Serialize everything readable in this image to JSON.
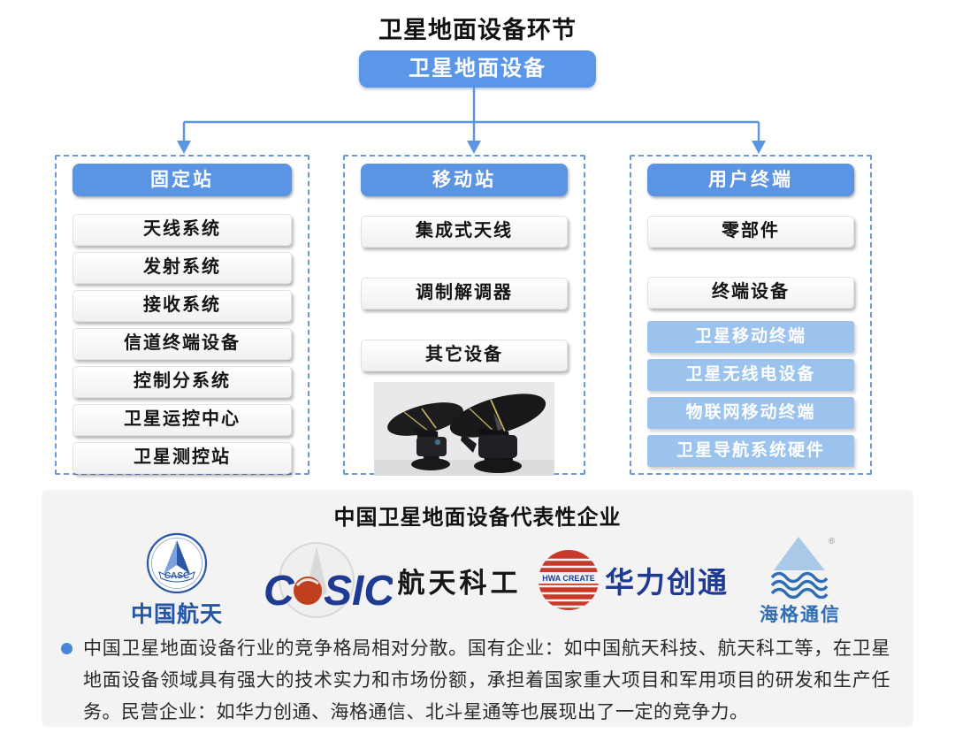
{
  "title": "卫星地面设备环节",
  "root": {
    "label": "卫星地面设备"
  },
  "columns": [
    {
      "header": "固定站",
      "items": [
        "天线系统",
        "发射系统",
        "接收系统",
        "信道终端设备",
        "控制分系统",
        "卫星运控中心",
        "卫星测控站"
      ]
    },
    {
      "header": "移动站",
      "items": [
        "集成式天线",
        "调制解调器",
        "其它设备"
      ],
      "photo": "satellite-dishes-photo"
    },
    {
      "header": "用户终端",
      "items": [
        "零部件",
        "终端设备"
      ],
      "highlight_items": [
        "卫星移动终端",
        "卫星无线电设备",
        "物联网移动终端",
        "卫星导航系统硬件"
      ]
    }
  ],
  "companies": {
    "title": "中国卫星地面设备代表性企业",
    "logos": [
      {
        "name": "casc",
        "badge": "CASC",
        "label": "中国航天"
      },
      {
        "name": "casic",
        "wordmark_left": "C",
        "wordmark_right": "SIC",
        "label": "航天科工"
      },
      {
        "name": "hwa-create",
        "badge": "HWA CREATE",
        "label": "华力创通"
      },
      {
        "name": "haige",
        "trademark": "®",
        "label": "海格通信"
      }
    ],
    "note": "中国卫星地面设备行业的竞争格局相对分散。国有企业：如中国航天科技、航天科工等，在卫星地面设备领域具有强大的技术实力和市场份额，承担着国家重大项目和军用项目的研发和生产任务。民营企业：如华力创通、海格通信、北斗星通等也展现出了一定的竞争力。"
  },
  "colors": {
    "primary_blue": "#5B94E2",
    "root_blue": "#5B97E8",
    "light_blue": "#9CC2EE",
    "dashed_border": "#6699DD",
    "panel_gray": "#F3F3F4",
    "bullet_blue": "#4A86D8"
  }
}
